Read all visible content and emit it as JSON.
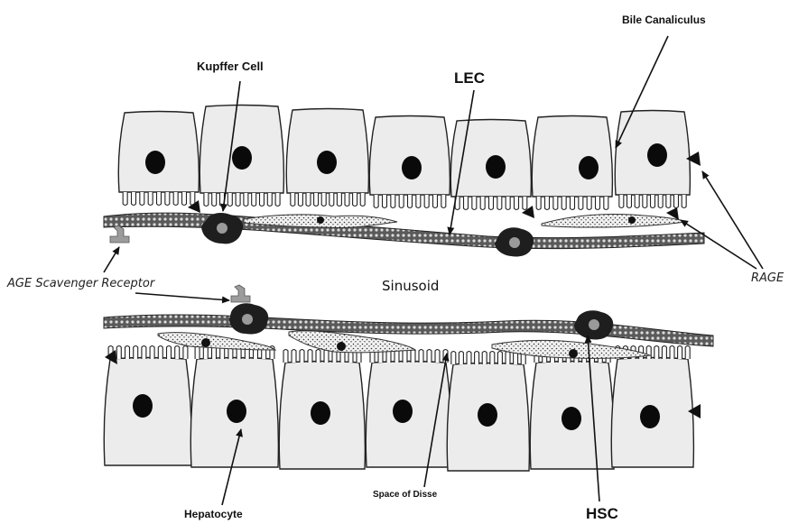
{
  "labels": {
    "kupffer_cell": "Kupffer Cell",
    "lec": "LEC",
    "bile_canaliculus": "Bile Canaliculus",
    "age_scavenger_receptor": "AGE Scavenger Receptor",
    "sinusoid": "Sinusoid",
    "rage": "RAGE",
    "hepatocyte": "Hepatocyte",
    "space_of_disse": "Space of Disse",
    "hsc": "HSC"
  },
  "colors": {
    "hepatocyte_fill": "#ececec",
    "nucleus": "#0a0a0a",
    "endothelium": "#4a4a4a",
    "stellate": "#9a9a9a",
    "kupffer": "#1e1e1e",
    "receptor": "#9c9c9c"
  }
}
